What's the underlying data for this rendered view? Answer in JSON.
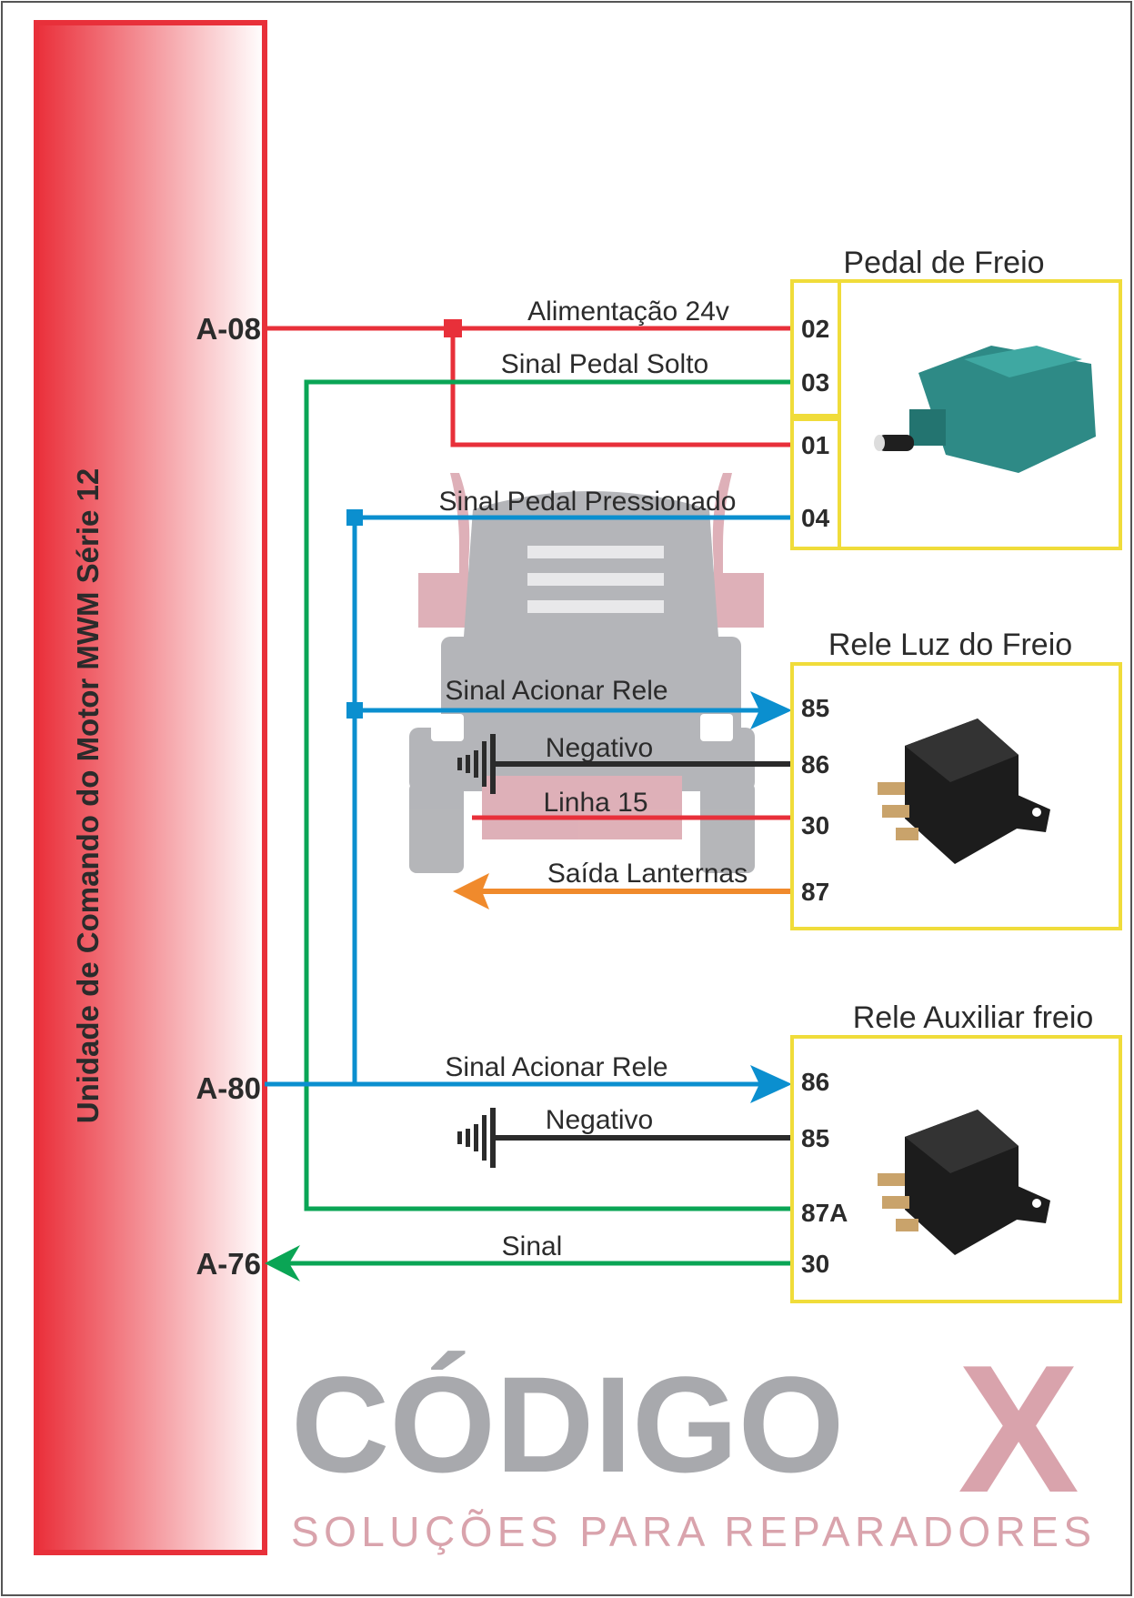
{
  "ecu": {
    "title": "Unidade de Comando do Motor MWM Série 12",
    "pins": {
      "a08": "A-08",
      "a80": "A-80",
      "a76": "A-76"
    }
  },
  "watermark": {
    "brand": "CÓDIGO",
    "brand_x": "X",
    "tagline": "SOLUÇÕES PARA REPARADORES"
  },
  "pedal": {
    "title": "Pedal de Freio",
    "pins": {
      "p02": "02",
      "p03": "03",
      "p01": "01",
      "p04": "04"
    }
  },
  "rele_luz": {
    "title": "Rele Luz do Freio",
    "pins": {
      "p85": "85",
      "p86": "86",
      "p30": "30",
      "p87": "87"
    }
  },
  "rele_aux": {
    "title": "Rele Auxiliar freio",
    "pins": {
      "p86": "86",
      "p85": "85",
      "p87a": "87A",
      "p30": "30"
    }
  },
  "wires": {
    "alimentacao": "Alimentação 24v",
    "pedal_solto": "Sinal Pedal Solto",
    "pedal_pressionado": "Sinal Pedal Pressionado",
    "acionar_rele_1": "Sinal Acionar Rele",
    "negativo_1": "Negativo",
    "linha15": "Linha 15",
    "saida_lanternas": "Saída Lanternas",
    "acionar_rele_2": "Sinal Acionar Rele",
    "negativo_2": "Negativo",
    "sinal": "Sinal"
  },
  "colors": {
    "red": "#e8303a",
    "green": "#0aa555",
    "blue": "#0b8fcf",
    "black": "#2b2b2b",
    "orange": "#f08a2c",
    "yellow": "#f0dc3a"
  }
}
